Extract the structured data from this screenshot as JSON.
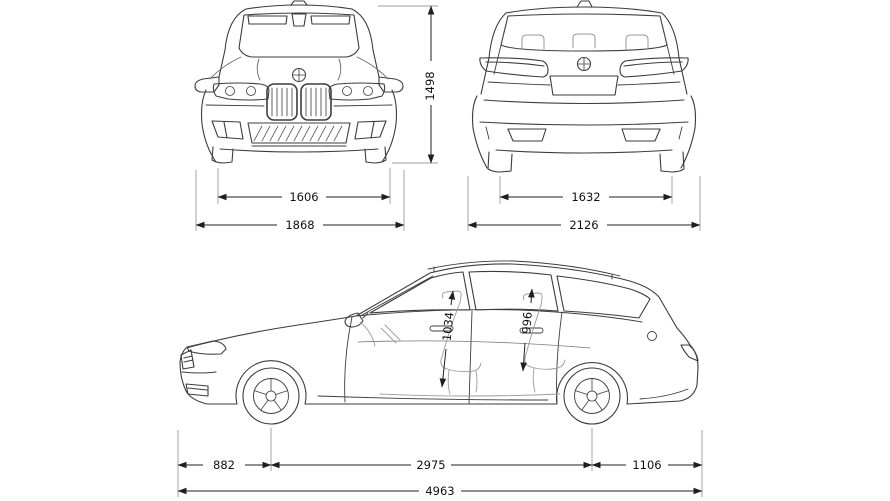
{
  "colors": {
    "line": "#3d3d3d",
    "light_line": "#8f8f8f",
    "dimension": "#1f1f1f",
    "label": "#111111",
    "background": "#ffffff"
  },
  "front_view": {
    "height": "1498",
    "track_width": "1606",
    "overall_width": "1868"
  },
  "rear_view": {
    "track_width": "1632",
    "overall_width": "2126"
  },
  "side_view": {
    "front_interior_height": "1034",
    "rear_interior_height": "996",
    "front_overhang": "882",
    "wheelbase": "2975",
    "rear_overhang": "1106",
    "overall_length": "4963"
  }
}
